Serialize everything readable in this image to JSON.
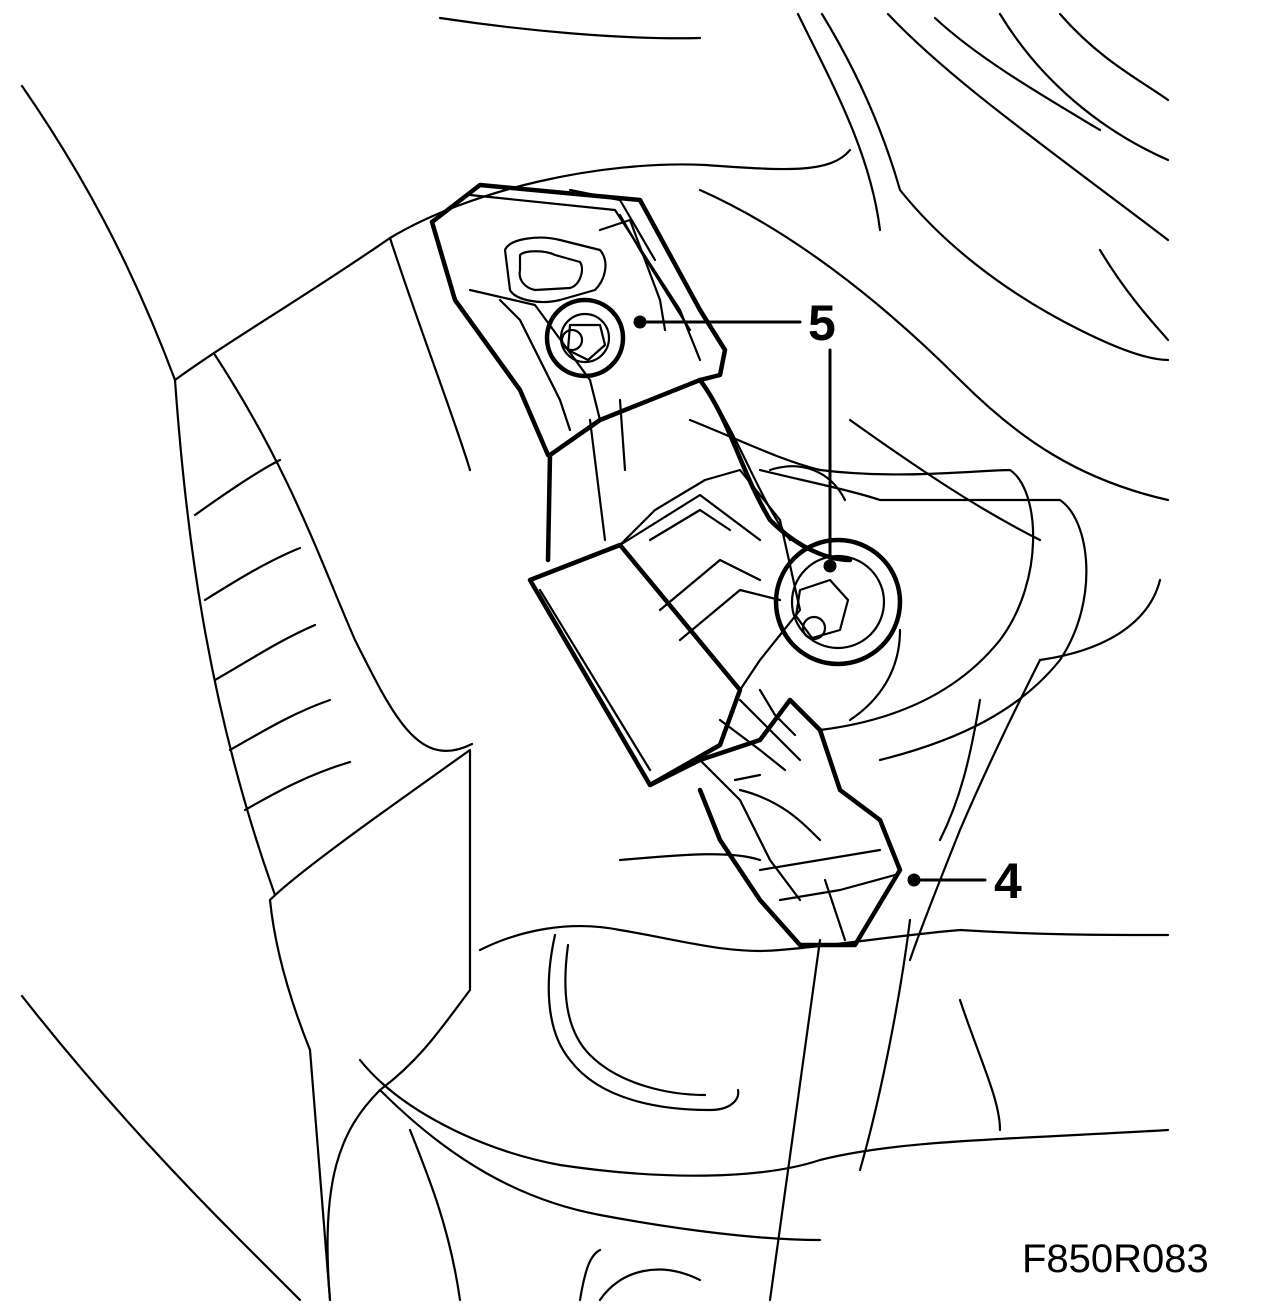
{
  "figure_id": "F850R083",
  "callouts": [
    {
      "label": "5",
      "target": "upper-bolt"
    },
    {
      "label": "5",
      "target": "lower-bolt"
    },
    {
      "label": "4",
      "target": "sensor-connector"
    }
  ],
  "colors": {
    "line": "#000000",
    "background": "#ffffff"
  }
}
